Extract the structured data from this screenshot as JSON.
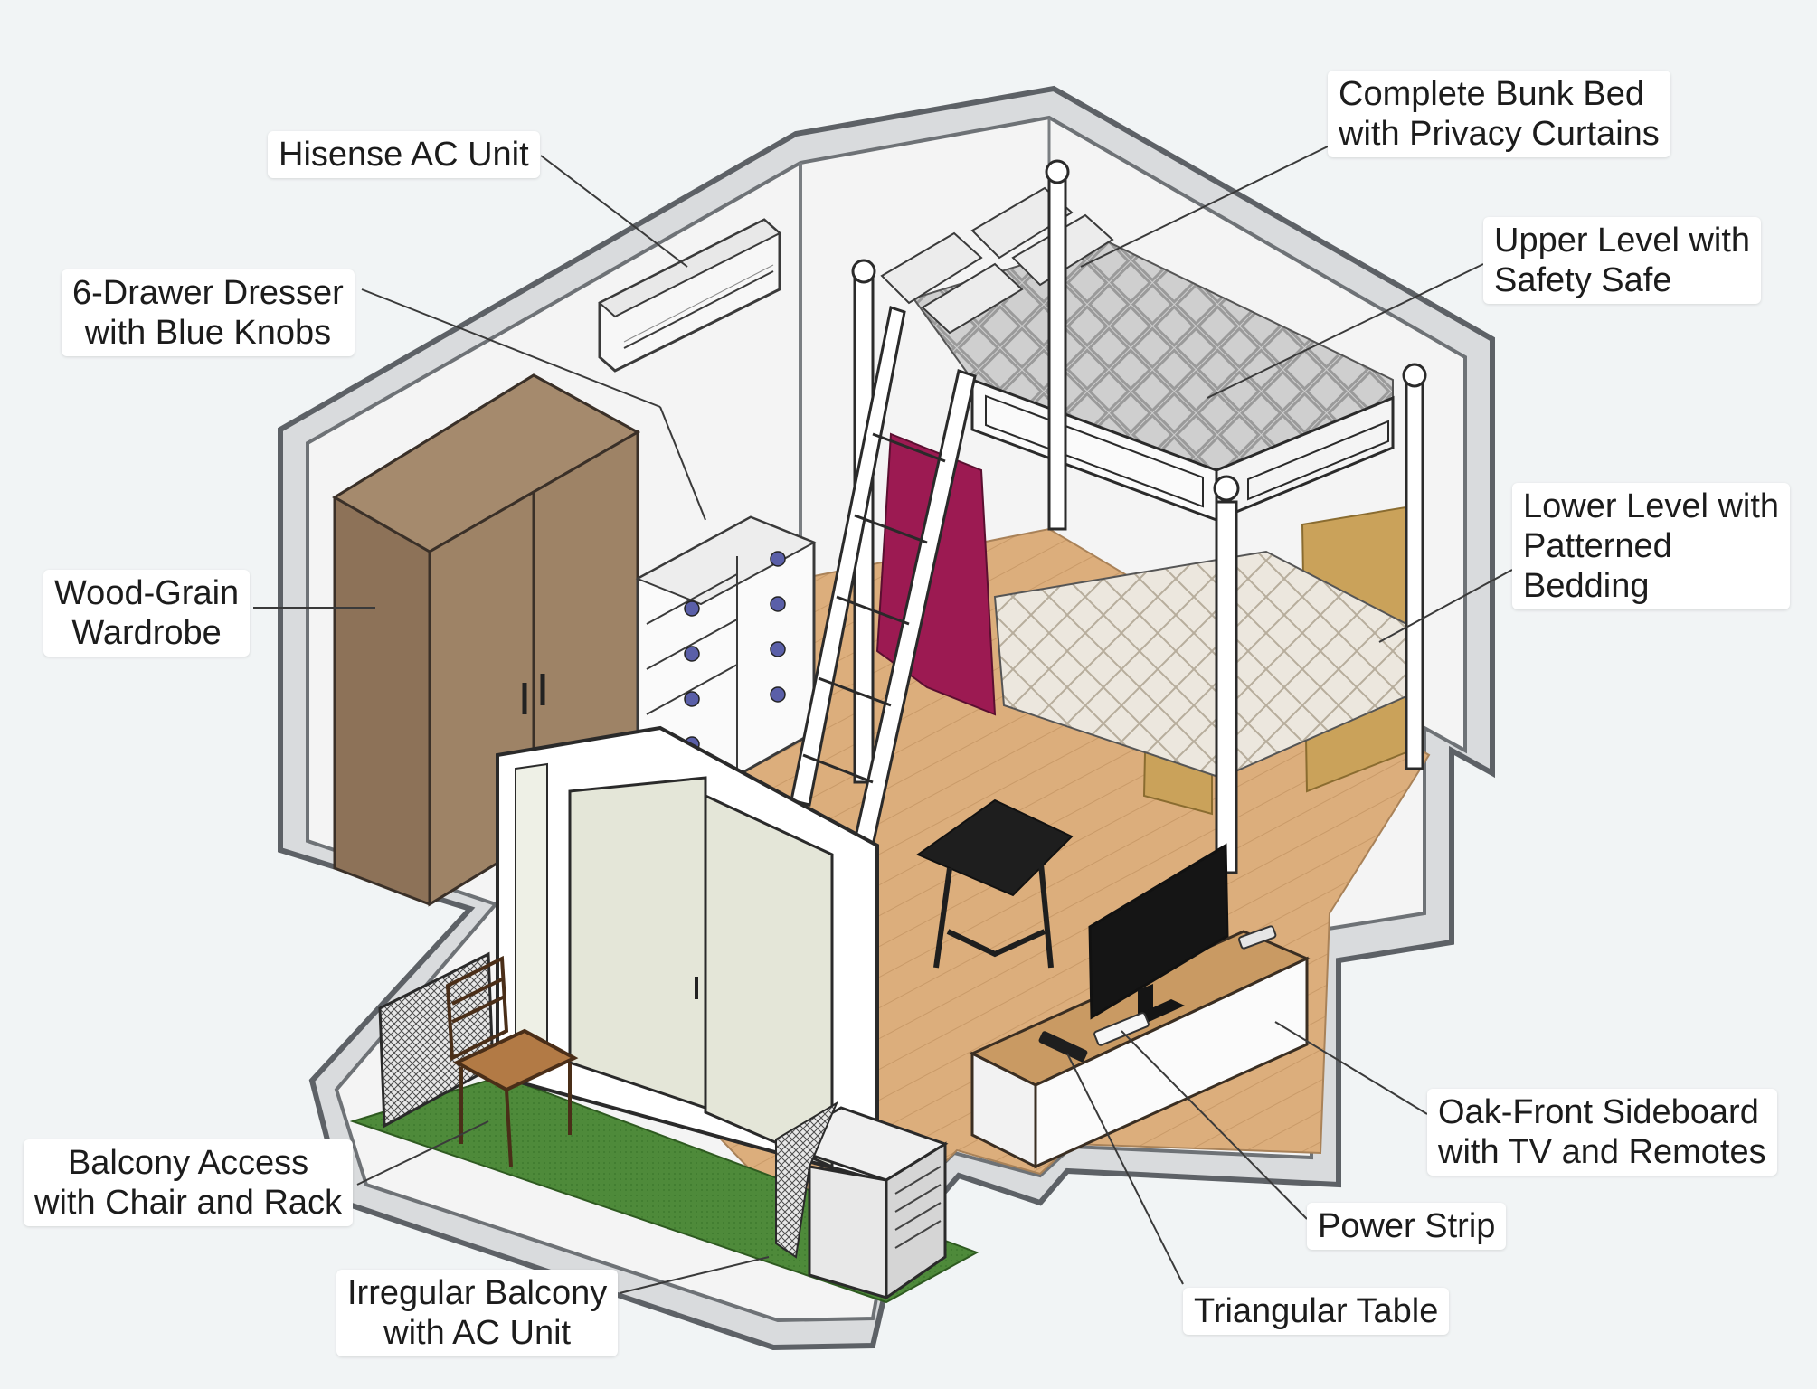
{
  "labels": {
    "hisense_ac": {
      "lines": [
        "Hisense AC Unit"
      ]
    },
    "dresser": {
      "lines": [
        "6-Drawer Dresser",
        "with Blue Knobs"
      ]
    },
    "wardrobe": {
      "lines": [
        "Wood-Grain",
        "Wardrobe"
      ]
    },
    "balcony_access": {
      "lines": [
        "Balcony Access",
        "with Chair and Rack"
      ]
    },
    "irregular_balcony": {
      "lines": [
        "Irregular Balcony",
        "with AC Unit"
      ]
    },
    "bunk_bed": {
      "lines": [
        "Complete Bunk Bed",
        "with Privacy Curtains"
      ]
    },
    "upper_level": {
      "lines": [
        "Upper Level with",
        "Safety Safe"
      ]
    },
    "lower_level": {
      "lines": [
        "Lower Level with",
        "Patterned",
        "Bedding"
      ]
    },
    "sideboard": {
      "lines": [
        "Oak-Front Sideboard",
        "with TV and Remotes"
      ]
    },
    "power_strip": {
      "lines": [
        "Power Strip"
      ]
    },
    "triangular_table": {
      "lines": [
        "Triangular Table"
      ]
    }
  },
  "colors": {
    "wall_outline": "#8c8f92",
    "wall_fill": "#d9dbdd",
    "floor": "#dcae7c",
    "wardrobe": "#9e8366",
    "curtain_left": "#9c1a52",
    "curtain_right": "#caa25a",
    "grass": "#4e8a3a",
    "label_text": "#1c1c1c"
  }
}
